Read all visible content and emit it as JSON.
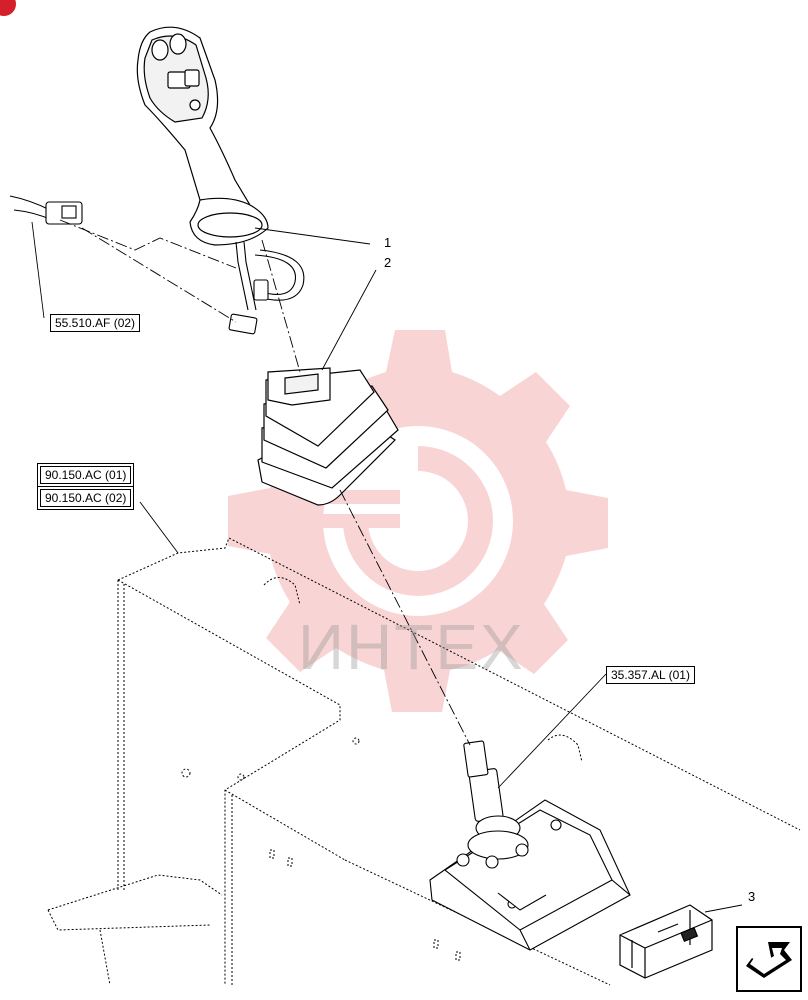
{
  "watermark": {
    "text": "ИНТЕХ",
    "color": "#f5b5b5"
  },
  "references": {
    "connector_ref": "55.510.AF (02)",
    "cab_ref_1": "90.150.AC (01)",
    "cab_ref_2": "90.150.AC (02)",
    "valve_ref": "35.357.AL (01)"
  },
  "callouts": {
    "joystick": "1",
    "boot": "2",
    "kit": "3"
  },
  "icons": {
    "corner": "corner-badge-icon",
    "nav": "return-arrow-icon"
  }
}
